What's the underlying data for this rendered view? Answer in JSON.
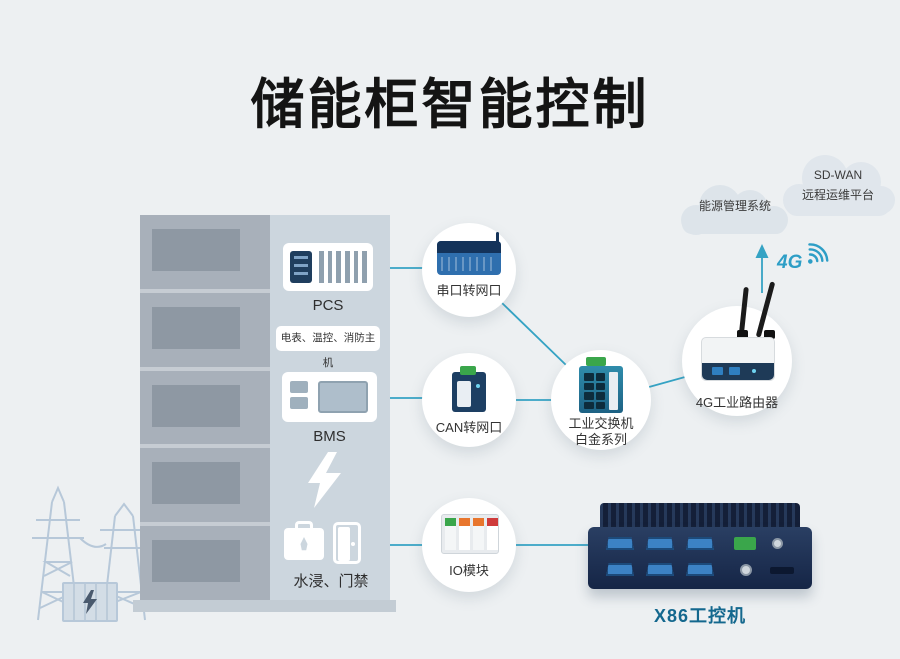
{
  "title": "储能柜智能控制",
  "cabinet": {
    "pcs_label": "PCS",
    "meter_label": "电表、温控、消防主机",
    "bms_label": "BMS",
    "water_door_label": "水浸、门禁"
  },
  "nodes": {
    "serial_label": "串口转网口",
    "can_label": "CAN转网口",
    "io_label": "IO模块",
    "switch_label_line1": "工业交换机",
    "switch_label_line2": "白金系列",
    "router_label": "4G工业路由器"
  },
  "clouds": {
    "ems_label": "能源管理系统",
    "sdwan_label_line1": "SD-WAN",
    "sdwan_label_line2": "远程运维平台"
  },
  "wireless_label": "4G",
  "x86_label": "X86工控机",
  "colors": {
    "background": "#edf0f2",
    "line": "#35a3c4",
    "accent_blue": "#2d9ec6",
    "label_text": "#333333",
    "x86_label_text": "#14688e"
  }
}
